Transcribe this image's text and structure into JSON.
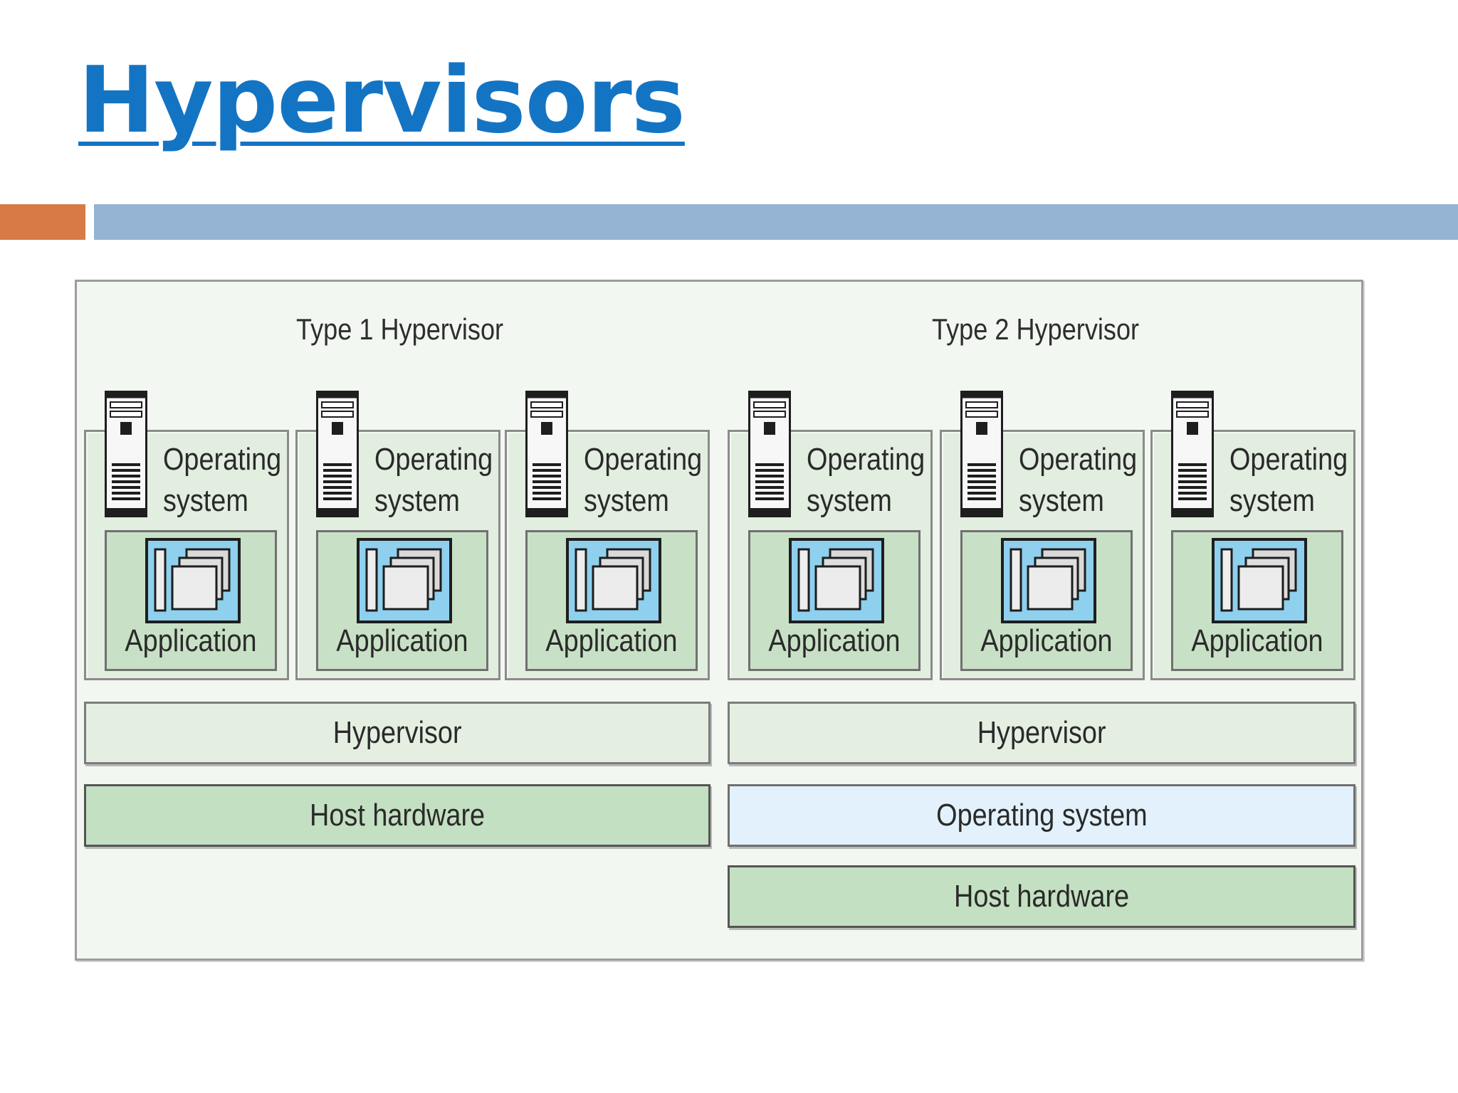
{
  "slide": {
    "title": "Hypervisors"
  },
  "colors": {
    "title": "#1474c4",
    "accent_orange": "#d77a45",
    "accent_blue": "#95b3d3",
    "diagram_background": "#f3f7f2",
    "vm_background": "#e2eee0",
    "application_box": "#c8e1c6",
    "application_icon": "#8fd0ee",
    "host_hardware": "#c4e0c2",
    "host_os": "#e2f1fb"
  },
  "diagram": {
    "type1": {
      "heading": "Type 1 Hypervisor",
      "vms": [
        {
          "os_line1": "Operating",
          "os_line2": "system",
          "app": "Application",
          "server_icon": "server-tower-icon",
          "app_icon": "application-windows-icon"
        },
        {
          "os_line1": "Operating",
          "os_line2": "system",
          "app": "Application",
          "server_icon": "server-tower-icon",
          "app_icon": "application-windows-icon"
        },
        {
          "os_line1": "Operating",
          "os_line2": "system",
          "app": "Application",
          "server_icon": "server-tower-icon",
          "app_icon": "application-windows-icon"
        }
      ],
      "hypervisor": "Hypervisor",
      "host_hardware": "Host hardware"
    },
    "type2": {
      "heading": "Type 2 Hypervisor",
      "vms": [
        {
          "os_line1": "Operating",
          "os_line2": "system",
          "app": "Application",
          "server_icon": "server-tower-icon",
          "app_icon": "application-windows-icon"
        },
        {
          "os_line1": "Operating",
          "os_line2": "system",
          "app": "Application",
          "server_icon": "server-tower-icon",
          "app_icon": "application-windows-icon"
        },
        {
          "os_line1": "Operating",
          "os_line2": "system",
          "app": "Application",
          "server_icon": "server-tower-icon",
          "app_icon": "application-windows-icon"
        }
      ],
      "hypervisor": "Hypervisor",
      "host_os": "Operating system",
      "host_hardware": "Host hardware"
    }
  }
}
